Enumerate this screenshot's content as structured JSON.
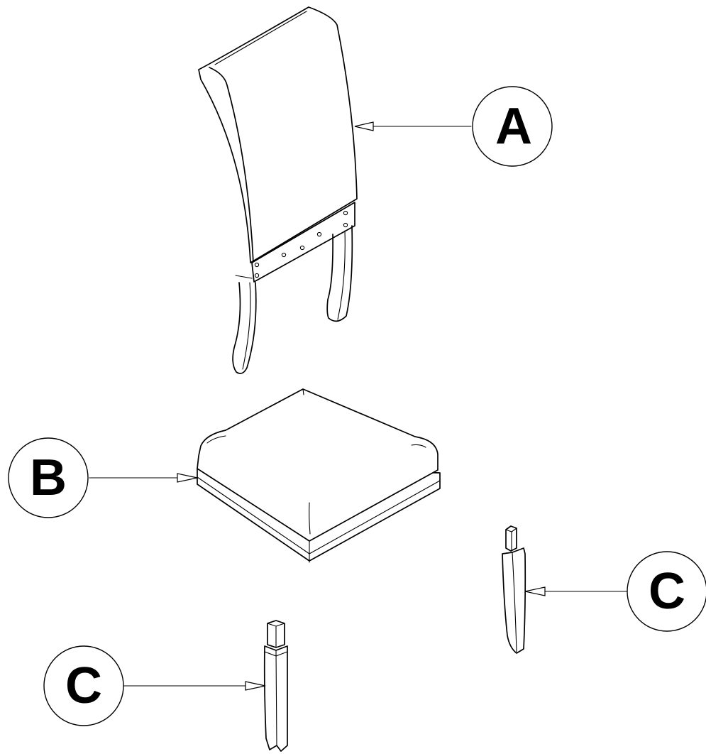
{
  "callouts": {
    "a": {
      "label": "A"
    },
    "b": {
      "label": "B"
    },
    "c1": {
      "label": "C"
    },
    "c2": {
      "label": "C"
    }
  }
}
